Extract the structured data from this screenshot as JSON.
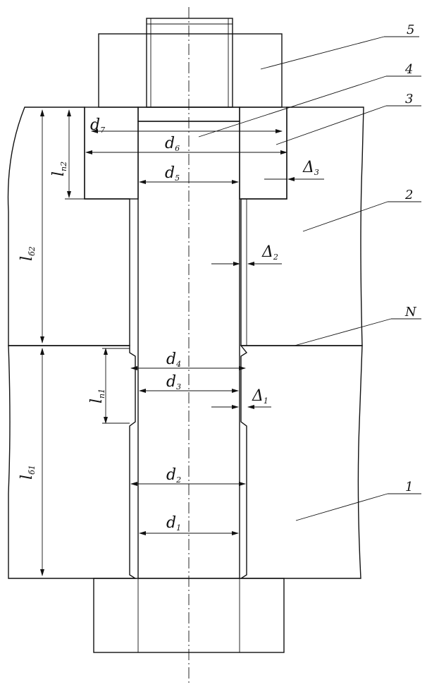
{
  "parts": {
    "p1": "1",
    "p2": "2",
    "p3": "3",
    "p4": "4",
    "p5": "5",
    "pN": "N"
  },
  "dimensions": {
    "d1": "d",
    "d1_sub": "1",
    "d2": "d",
    "d2_sub": "2",
    "d3": "d",
    "d3_sub": "3",
    "d4": "d",
    "d4_sub": "4",
    "d5": "d",
    "d5_sub": "5",
    "d6": "d",
    "d6_sub": "6",
    "d7": "d",
    "d7_sub": "7",
    "delta1": "Δ",
    "delta1_sub": "1",
    "delta2": "Δ",
    "delta2_sub": "2",
    "delta3": "Δ",
    "delta3_sub": "3",
    "ln1": "l",
    "ln1_sub": "п1",
    "ln2": "l",
    "ln2_sub": "п2",
    "lb1": "l",
    "lb1_sub": "б1",
    "lb2": "l",
    "lb2_sub": "б2"
  }
}
